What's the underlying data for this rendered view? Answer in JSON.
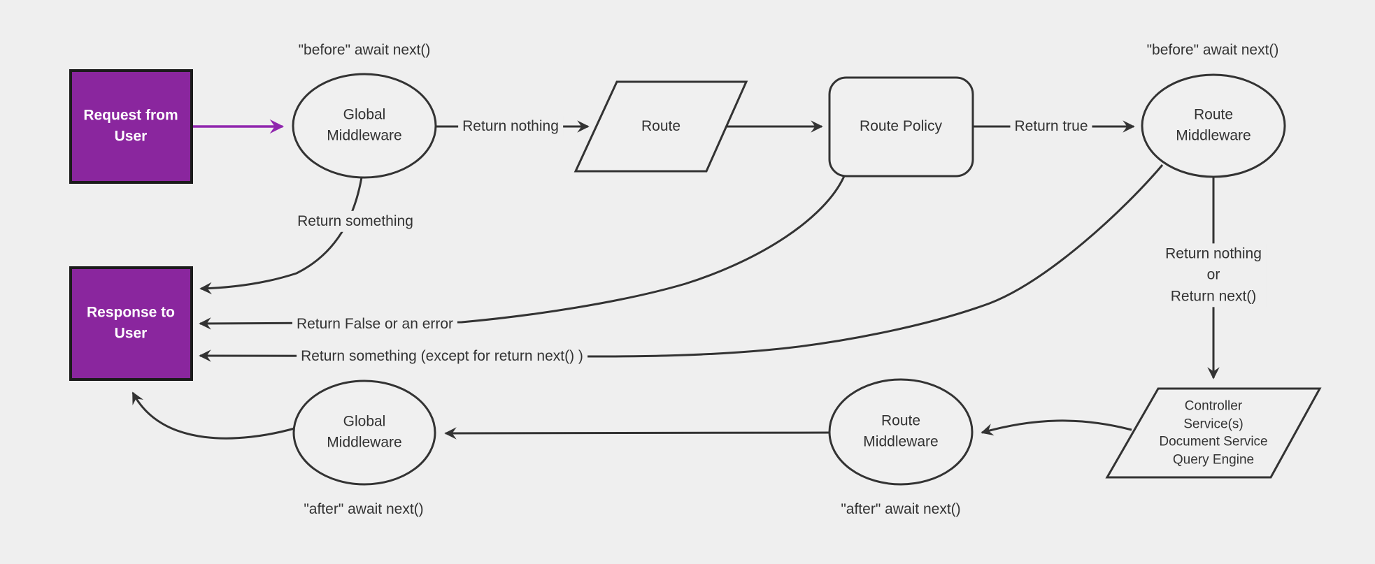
{
  "colors": {
    "background": "#efefef",
    "stroke": "#333333",
    "node_fill": "#f0f0f0",
    "purple_fill": "#8a269e",
    "purple_border": "#1b1b1b",
    "purple_arrow": "#9027ae",
    "text": "#333333",
    "box_text": "#ffffff"
  },
  "nodes": {
    "request": "Request from User",
    "response": "Response to User",
    "global_mw_top": "Global\nMiddleware",
    "route": "Route",
    "route_policy": "Route Policy",
    "route_mw_top": "Route\nMiddleware",
    "controller": "Controller\nService(s)\nDocument Service\nQuery Engine",
    "route_mw_bottom": "Route\nMiddleware",
    "global_mw_bottom": "Global\nMiddleware"
  },
  "edge_labels": {
    "return_nothing": "Return nothing",
    "return_true": "Return true",
    "return_nothing_or_next": "Return nothing\nor\nReturn next()",
    "return_something": "Return something",
    "return_false": "Return False or an error",
    "return_something_except": "Return something (except for return next() )"
  },
  "annotations": {
    "before_global": "\"before\" await next()",
    "before_route": "\"before\" await next()",
    "after_route": "\"after\" await next()",
    "after_global": "\"after\" await next()"
  }
}
